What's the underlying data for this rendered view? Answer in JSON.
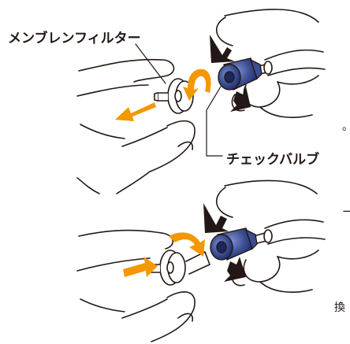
{
  "labels": {
    "membrane_filter": "メンブレンフィルター",
    "check_valve": "チェックバルブ"
  },
  "side_text": {
    "line1": "。",
    "line2": "ー",
    "line3": "換"
  },
  "colors": {
    "arrow_orange": "#f39800",
    "valve_blue": "#3c4e92",
    "line": "#231815",
    "text": "#231815"
  }
}
